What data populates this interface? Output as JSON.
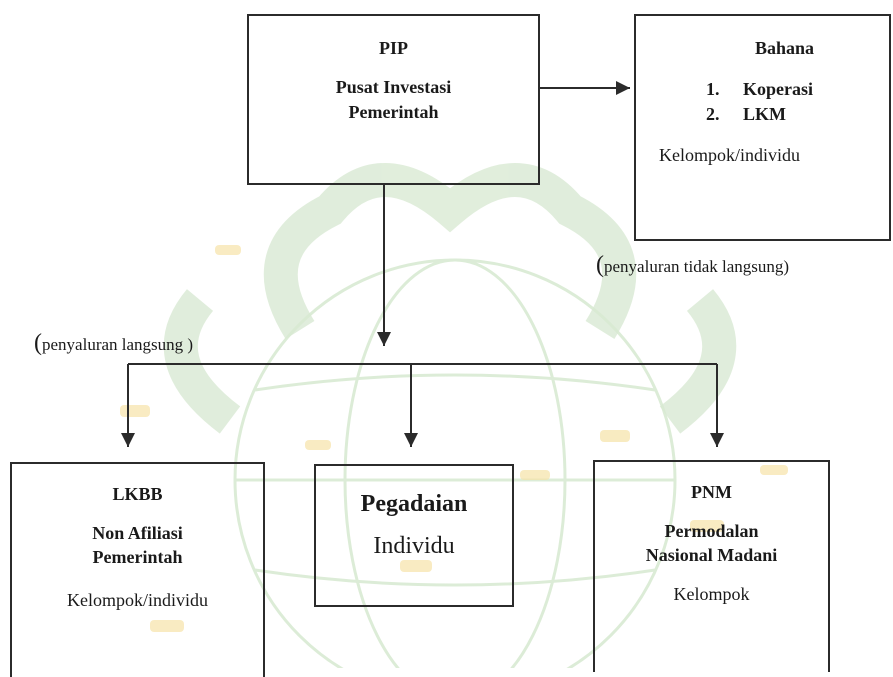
{
  "diagram": {
    "pip": {
      "code": "PIP",
      "name_line1": "Pusat Investasi",
      "name_line2": "Pemerintah"
    },
    "bahana": {
      "title": "Bahana",
      "item1_num": "1.",
      "item1": "Koperasi",
      "item2_num": "2.",
      "item2": "LKM",
      "target": "Kelompok/individu"
    },
    "note_indirect": {
      "paren": "(",
      "text": "penyaluran tidak langsung)"
    },
    "note_direct": {
      "paren": "(",
      "text": "penyaluran langsung )"
    },
    "lkbb": {
      "code": "LKBB",
      "name_line1": "Non Afiliasi",
      "name_line2": "Pemerintah",
      "target": "Kelompok/individu"
    },
    "pegadaian": {
      "name": "Pegadaian",
      "target": "Individu"
    },
    "pnm": {
      "code": "PNM",
      "name_line1": "Permodalan",
      "name_line2": "Nasional Madani",
      "target": "Kelompok"
    }
  },
  "colors": {
    "watermark": "#f2d98c",
    "watermark_green": "#bcd6b0",
    "line": "#2b2b2b"
  }
}
